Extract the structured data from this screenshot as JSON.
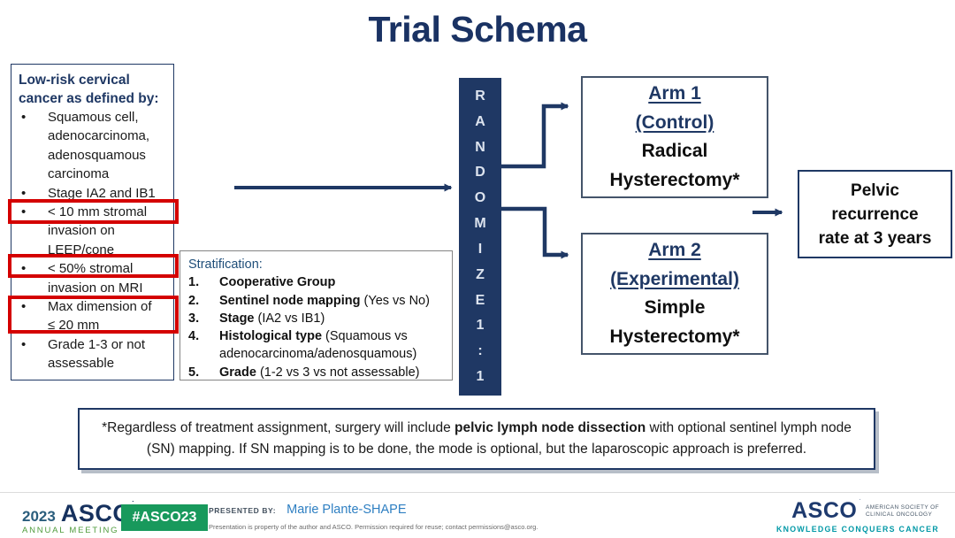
{
  "title": "Trial Schema",
  "colors": {
    "navy": "#1f3864",
    "highlight_red": "#d40000",
    "strat_header_blue": "#1f4e79",
    "badge_green": "#18995c",
    "annual_meeting_green": "#4f9b3c",
    "presenter_blue": "#2e7fc2",
    "tagline_teal": "#0098a6"
  },
  "eligibility_box": {
    "header_lines": [
      "Low-risk cervical",
      "cancer as defined by:"
    ],
    "items": [
      {
        "lines": [
          "Squamous cell,",
          "adenocarcinoma,",
          "adenosquamous",
          "carcinoma"
        ]
      },
      {
        "lines": [
          "Stage IA2 and IB1"
        ]
      },
      {
        "lines": [
          "< 10 mm stromal",
          "invasion on",
          "LEEP/cone"
        ]
      },
      {
        "lines": [
          "< 50% stromal",
          "invasion on MRI"
        ]
      },
      {
        "lines": [
          "Max dimension of",
          "≤ 20 mm"
        ]
      },
      {
        "lines": [
          "Grade 1-3 or not",
          "assessable"
        ]
      }
    ],
    "highlighted_criteria": [
      "< 10 mm stromal",
      "< 50% stromal",
      "Max dimension of ≤ 20 mm"
    ]
  },
  "stratification_box": {
    "header": "Stratification:",
    "items": [
      {
        "num": "1.",
        "bold": "Cooperative Group",
        "rest": ""
      },
      {
        "num": "2.",
        "bold": "Sentinel node mapping",
        "rest": " (Yes vs No)"
      },
      {
        "num": "3.",
        "bold": "Stage",
        "rest": " (IA2 vs IB1)"
      },
      {
        "num": "4.",
        "bold": "Histological type",
        "rest": " (Squamous vs adenocarcinoma/adenosquamous)"
      },
      {
        "num": "5.",
        "bold": "Grade",
        "rest": " (1-2 vs 3 vs not assessable)"
      }
    ]
  },
  "randomize": {
    "letters": [
      "R",
      "A",
      "N",
      "D",
      "O",
      "M",
      "I",
      "Z",
      "E",
      "1",
      ":",
      "1"
    ],
    "label": "RANDOMIZE 1:1"
  },
  "arm1": {
    "title": "Arm 1",
    "subtitle": "(Control)",
    "proc_line1": "Radical",
    "proc_line2": "Hysterectomy*"
  },
  "arm2": {
    "title": "Arm 2",
    "subtitle": "(Experimental)",
    "proc_line1": "Simple",
    "proc_line2": "Hysterectomy*"
  },
  "outcome_box": {
    "lines": [
      "Pelvic",
      "recurrence",
      "rate at 3 years"
    ]
  },
  "footnote": {
    "segments": [
      {
        "text": "*Regardless of treatment assignment, surgery will include ",
        "bold": false
      },
      {
        "text": "pelvic lymph node dissection",
        "bold": true
      },
      {
        "text": " with optional sentinel lymph node (SN) mapping. If SN mapping is to be done, the mode is optional, but the laparoscopic approach is preferred.",
        "bold": false
      }
    ]
  },
  "footer": {
    "year": "2023",
    "org": "ASCO",
    "org_sub": "ANNUAL MEETING",
    "hashtag": "#ASCO23",
    "presented_by_label": "PRESENTED BY:",
    "presenter": "Marie Plante-SHAPE",
    "disclaimer": "Presentation is property of the author and ASCO. Permission required for reuse; contact permissions@asco.org.",
    "right_logo": {
      "org": "ASCO",
      "society_line1": "AMERICAN SOCIETY OF",
      "society_line2": "CLINICAL ONCOLOGY",
      "tagline": "KNOWLEDGE CONQUERS CANCER"
    }
  }
}
